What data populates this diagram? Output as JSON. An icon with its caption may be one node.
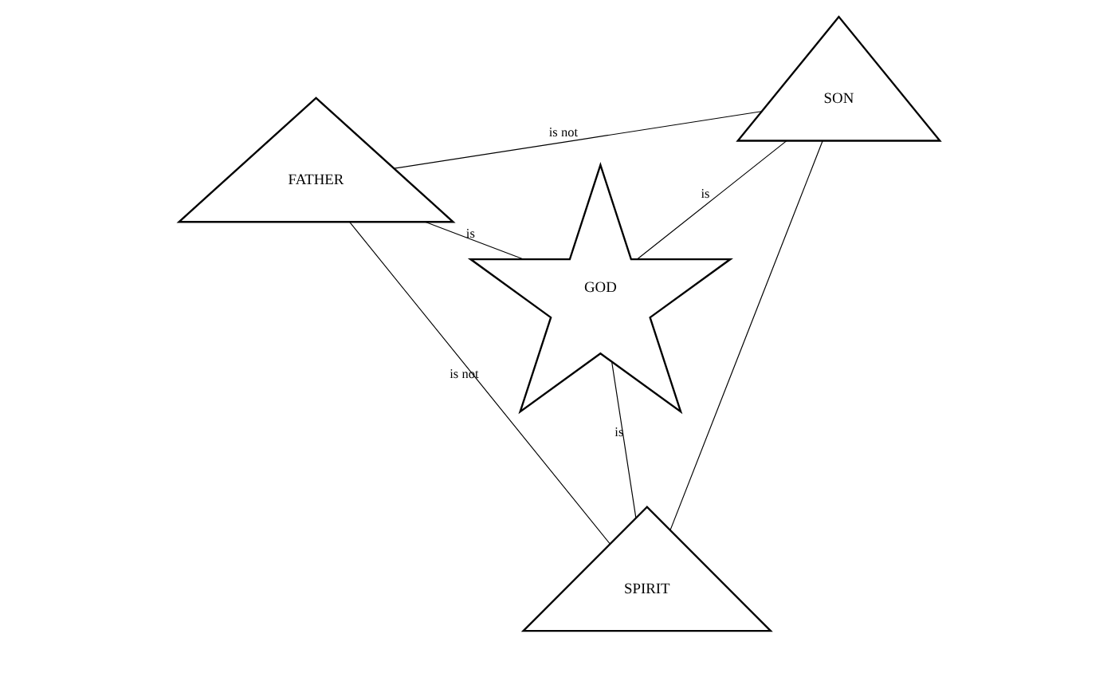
{
  "diagram": {
    "nodes": [
      {
        "text": [
          "FATHER"
        ]
      },
      {
        "text": [
          "SON"
        ]
      },
      {
        "text": [
          "SPIRIT"
        ]
      },
      {
        "text": [
          "GOD"
        ]
      }
    ],
    "edges": [
      {
        "from": 0,
        "to": 1,
        "arrow": "none",
        "label": "is not"
      },
      {
        "from": 0,
        "to": 2,
        "arrow": "none",
        "label": "is not"
      },
      {
        "from": 1,
        "to": 2,
        "arrow": "none"
      },
      {
        "from": 0,
        "to": 3,
        "arrow": "none",
        "label": "is"
      },
      {
        "from": 1,
        "to": 3,
        "arrow": "none",
        "label": "is"
      },
      {
        "from": 2,
        "to": 3,
        "arrow": "none",
        "label": "is"
      }
    ]
  }
}
